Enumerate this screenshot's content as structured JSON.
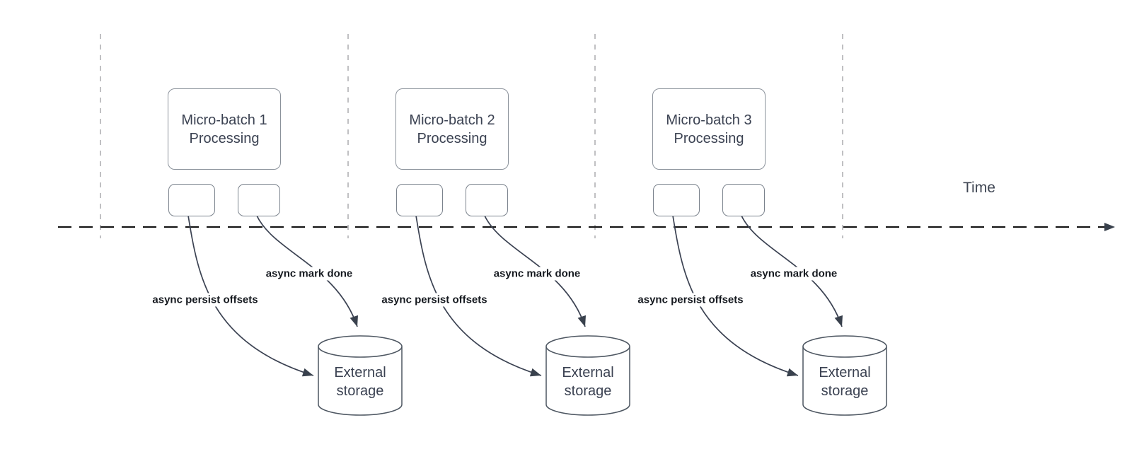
{
  "diagram": {
    "time_label": "Time",
    "batches": [
      {
        "title_lines": [
          "Micro-batch 1",
          "Processing"
        ],
        "persist_label": "async persist offsets",
        "done_label": "async mark done",
        "storage_lines": [
          "External",
          "storage"
        ]
      },
      {
        "title_lines": [
          "Micro-batch 2",
          "Processing"
        ],
        "persist_label": "async persist offsets",
        "done_label": "async mark done",
        "storage_lines": [
          "External",
          "storage"
        ]
      },
      {
        "title_lines": [
          "Micro-batch 3",
          "Processing"
        ],
        "persist_label": "async persist offsets",
        "done_label": "async mark done",
        "storage_lines": [
          "External",
          "storage"
        ]
      }
    ],
    "colors": {
      "arrow": "#3b4252",
      "timeline": "#161616",
      "lane_divider": "#b1b1b4",
      "box_border": "#8b929b",
      "node_text": "#3b4252",
      "edge_label_text": "#15191f",
      "background": "#ffffff"
    }
  }
}
